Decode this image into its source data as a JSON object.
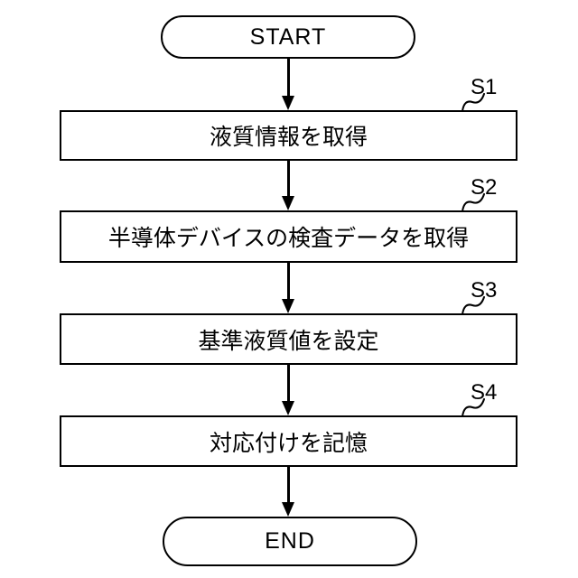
{
  "figure": {
    "type": "flowchart",
    "colors": {
      "ink": "#000000",
      "paper": "#ffffff"
    },
    "start_label": "START",
    "end_label": "END",
    "steps": [
      {
        "id": "S1",
        "label": "液質情報を取得"
      },
      {
        "id": "S2",
        "label": "半導体デバイスの検査データを取得"
      },
      {
        "id": "S3",
        "label": "基準液質値を設定"
      },
      {
        "id": "S4",
        "label": "対応付けを記憶"
      }
    ]
  }
}
